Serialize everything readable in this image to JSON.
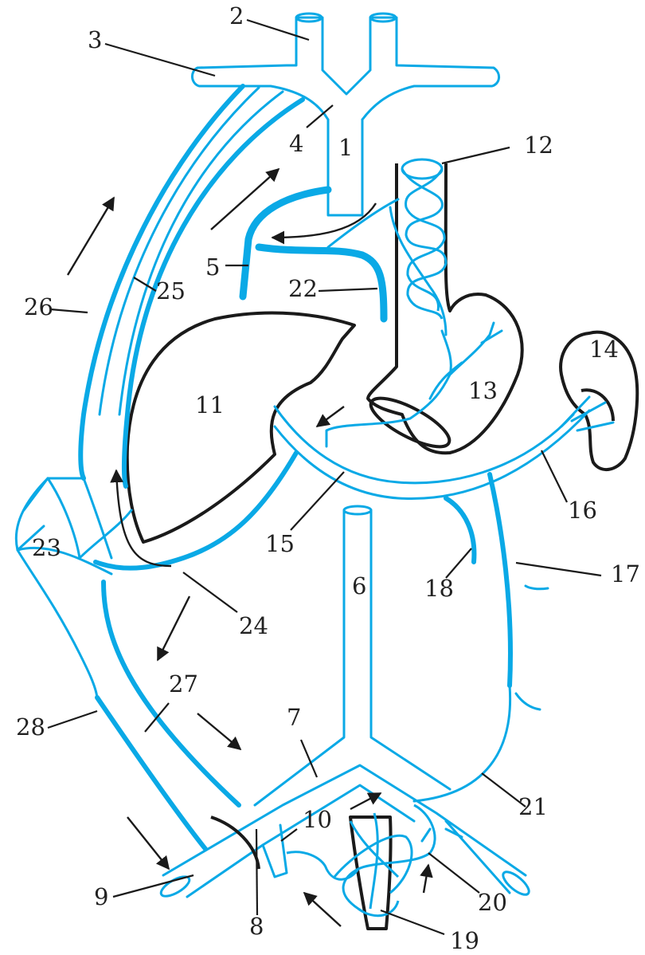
{
  "colors": {
    "vessel": "#0aa9e6",
    "organ_outline": "#1a1a1a",
    "label_text": "#222222",
    "background": "#ffffff"
  },
  "labels": [
    "1",
    "2",
    "3",
    "4",
    "5",
    "6",
    "7",
    "8",
    "9",
    "10",
    "11",
    "12",
    "13",
    "14",
    "15",
    "16",
    "17",
    "18",
    "19",
    "20",
    "21",
    "22",
    "23",
    "24",
    "25",
    "26",
    "27",
    "28"
  ]
}
